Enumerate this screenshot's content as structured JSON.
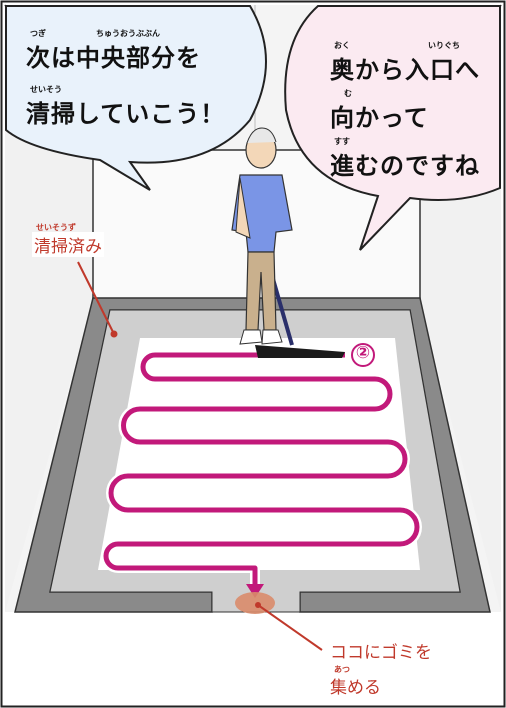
{
  "speech_left": {
    "line1": "次は中央部分を",
    "line2": "清掃していこう！",
    "ruby": [
      "つぎ",
      "ちゅうおうぶぶん",
      "せいそう"
    ]
  },
  "speech_right": {
    "line1": "奥から入口へ",
    "line2": "向かって",
    "line3": "進むのですね",
    "ruby": [
      "おく",
      "いりぐち",
      "む",
      "すす"
    ]
  },
  "label_cleaned": {
    "text": "清掃済み",
    "ruby": "せいそうず"
  },
  "label_gather": {
    "line1": "ココにゴミを",
    "line2": "集める",
    "ruby": "あつ"
  },
  "step_marker": "②",
  "colors": {
    "path": "#c2197a",
    "label_red": "#c0392b",
    "bubble_left": "#e9f2fb",
    "bubble_right": "#fbeaf1",
    "cleaned_floor": "#8a8a8a",
    "center_floor": "#ffffff",
    "dust_spot": "#d98b6a",
    "wall": "#f4f4f4"
  },
  "icons": [
    "janitor-figure-icon",
    "mop-icon",
    "arrow-down-icon",
    "dust-spot-icon"
  ]
}
